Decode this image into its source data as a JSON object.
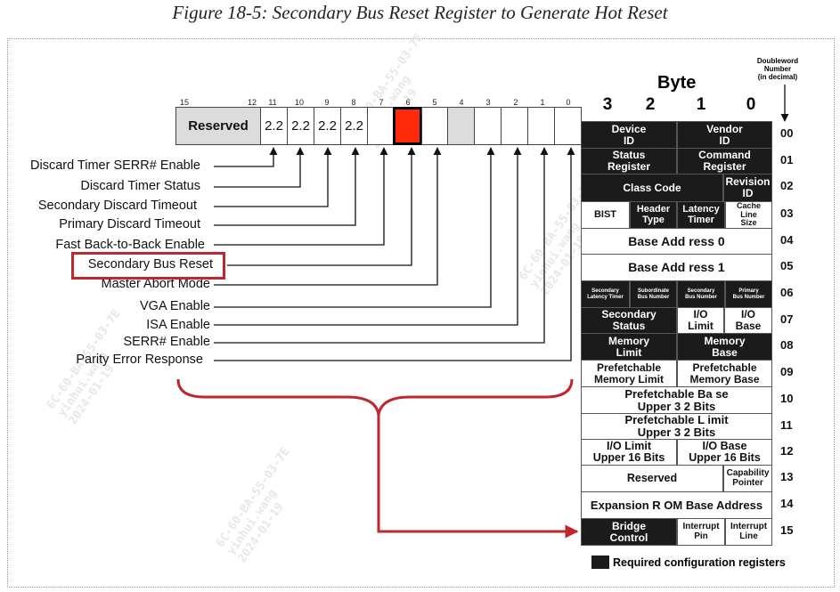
{
  "caption": "Figure 18-5: Secondary Bus Reset Register to Generate Hot Reset",
  "bit_numbers": [
    "15",
    "12",
    "11",
    "10",
    "9",
    "8",
    "7",
    "6",
    "5",
    "4",
    "3",
    "2",
    "1",
    "0"
  ],
  "reserved_label": "Reserved",
  "bit_box_values": [
    "2.2",
    "2.2",
    "2.2",
    "2.2"
  ],
  "bit_labels": [
    "Discard Timer SERR# Enable",
    "Discard Timer Status",
    "Secondary Discard Timeout",
    "Primary Discard Timeout",
    "Fast Back-to-Back Enable",
    "Secondary Bus Reset",
    "Master Abort Mode",
    "VGA Enable",
    "ISA Enable",
    "SERR# Enable",
    "Parity Error Response"
  ],
  "config_space": {
    "byte_title": "Byte",
    "byte_numbers": [
      "3",
      "2",
      "1",
      "0"
    ],
    "dword_header": [
      "Doubleword",
      "Number",
      "(in decimal)"
    ],
    "rows": [
      {
        "dw": "00",
        "cells": [
          {
            "text": "Device\nID",
            "dark": true
          },
          {
            "text": "Vendor\nID",
            "dark": true
          }
        ]
      },
      {
        "dw": "01",
        "cells": [
          {
            "text": "Status\nRegister",
            "dark": true
          },
          {
            "text": "Command\nRegister",
            "dark": true
          }
        ]
      },
      {
        "dw": "02",
        "cells": [
          {
            "text": "Class Code",
            "dark": true
          },
          {
            "text": "Revision\nID",
            "dark": true
          }
        ]
      },
      {
        "dw": "03",
        "cells": [
          {
            "text": "BIST",
            "dark": false
          },
          {
            "text": "Header\nType",
            "dark": true
          },
          {
            "text": "Latency\nTimer",
            "dark": true
          },
          {
            "text": "Cache\nLine\nSize",
            "dark": false
          }
        ]
      },
      {
        "dw": "04",
        "cells": [
          {
            "text": "Base Add ress  0",
            "dark": false
          }
        ]
      },
      {
        "dw": "05",
        "cells": [
          {
            "text": "Base Add ress  1",
            "dark": false
          }
        ]
      },
      {
        "dw": "06",
        "cells": [
          {
            "text": "Secondary\nLatency Timer",
            "dark": true
          },
          {
            "text": "Subordinate\nBus Number",
            "dark": true
          },
          {
            "text": "Secondary\nBus Number",
            "dark": true
          },
          {
            "text": "Primary\nBus Number",
            "dark": true
          }
        ]
      },
      {
        "dw": "07",
        "cells": [
          {
            "text": "Secondary\nStatus",
            "dark": true
          },
          {
            "text": "I/O\nLimit",
            "dark": false
          },
          {
            "text": "I/O\nBase",
            "dark": false
          }
        ]
      },
      {
        "dw": "08",
        "cells": [
          {
            "text": "Memory\nLimit",
            "dark": true
          },
          {
            "text": "Memory\nBase",
            "dark": true
          }
        ]
      },
      {
        "dw": "09",
        "cells": [
          {
            "text": "Prefetchable\nMemory Limit",
            "dark": false
          },
          {
            "text": "Prefetchable\nMemory Base",
            "dark": false
          }
        ]
      },
      {
        "dw": "10",
        "cells": [
          {
            "text": "Prefetchable Ba se\nUpper 3 2  Bits",
            "dark": false
          }
        ]
      },
      {
        "dw": "11",
        "cells": [
          {
            "text": "Prefetchable L imit\nUpper 3 2  Bits",
            "dark": false
          }
        ]
      },
      {
        "dw": "12",
        "cells": [
          {
            "text": "I/O Limit\nUpper 16 Bits",
            "dark": false
          },
          {
            "text": "I/O Base\nUpper 16 Bits",
            "dark": false
          }
        ]
      },
      {
        "dw": "13",
        "cells": [
          {
            "text": "Reserved",
            "dark": false
          },
          {
            "text": "Capability\nPointer",
            "dark": false
          }
        ]
      },
      {
        "dw": "14",
        "cells": [
          {
            "text": "Expansion R OM  Base  Address",
            "dark": false
          }
        ]
      },
      {
        "dw": "15",
        "cells": [
          {
            "text": "Bridge\nControl",
            "dark": true
          },
          {
            "text": "Interrupt\nPin",
            "dark": false
          },
          {
            "text": "Interrupt\nLine",
            "dark": false
          }
        ]
      }
    ]
  },
  "legend_text": "Required configuration registers",
  "watermark_lines": [
    "6C-60-BA-55-03-7E",
    "yinhui.wang",
    "2024-01-19"
  ],
  "colors": {
    "highlight_bit": "#ff2a0a",
    "callout": "#c0272d",
    "required": "#1b1b1b"
  }
}
